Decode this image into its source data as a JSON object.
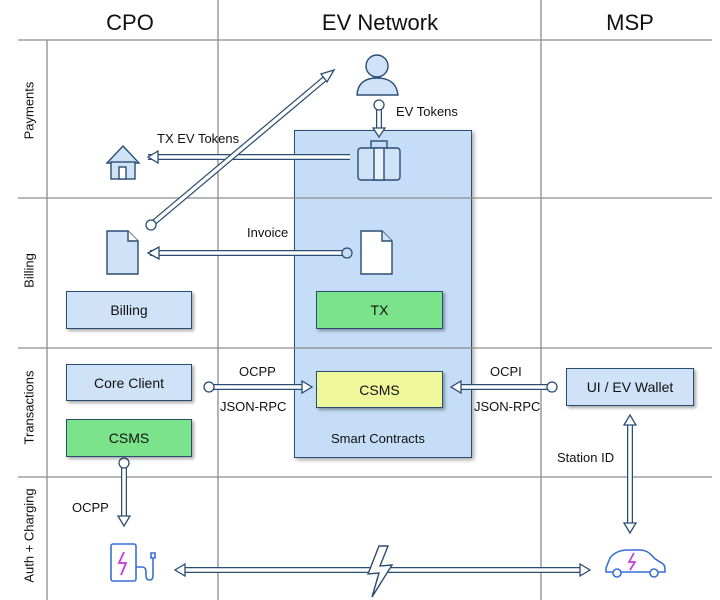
{
  "columns": {
    "cpo": "CPO",
    "ev_network": "EV Network",
    "msp": "MSP"
  },
  "lanes": {
    "payments": "Payments",
    "billing": "Billing",
    "transactions": "Transactions",
    "auth_charging": "Auth + Charging"
  },
  "boxes": {
    "billing": "Billing",
    "tx": "TX",
    "core_client": "Core Client",
    "csms_cpo": "CSMS",
    "csms_network": "CSMS",
    "ui_wallet": "UI / EV Wallet"
  },
  "labels": {
    "ev_tokens": "EV Tokens",
    "tx_ev_tokens": "TX EV Tokens",
    "invoice": "Invoice",
    "ocpp_top": "OCPP",
    "jsonrpc_left": "JSON-RPC",
    "ocpi": "OCPI",
    "jsonrpc_right": "JSON-RPC",
    "smart_contracts": "Smart Contracts",
    "station_id": "Station ID",
    "ocpp_bottom": "OCPP"
  },
  "colors": {
    "blue_box": "#cfe2f8",
    "green_box": "#7be38a",
    "yellow_box": "#eef79a",
    "network_panel": "#c5ddf6",
    "line": "#2a4d73"
  },
  "icons": [
    "user-icon",
    "house-icon",
    "briefcase-icon",
    "document-icon",
    "charging-station-icon",
    "electric-car-icon",
    "lightning-icon"
  ]
}
